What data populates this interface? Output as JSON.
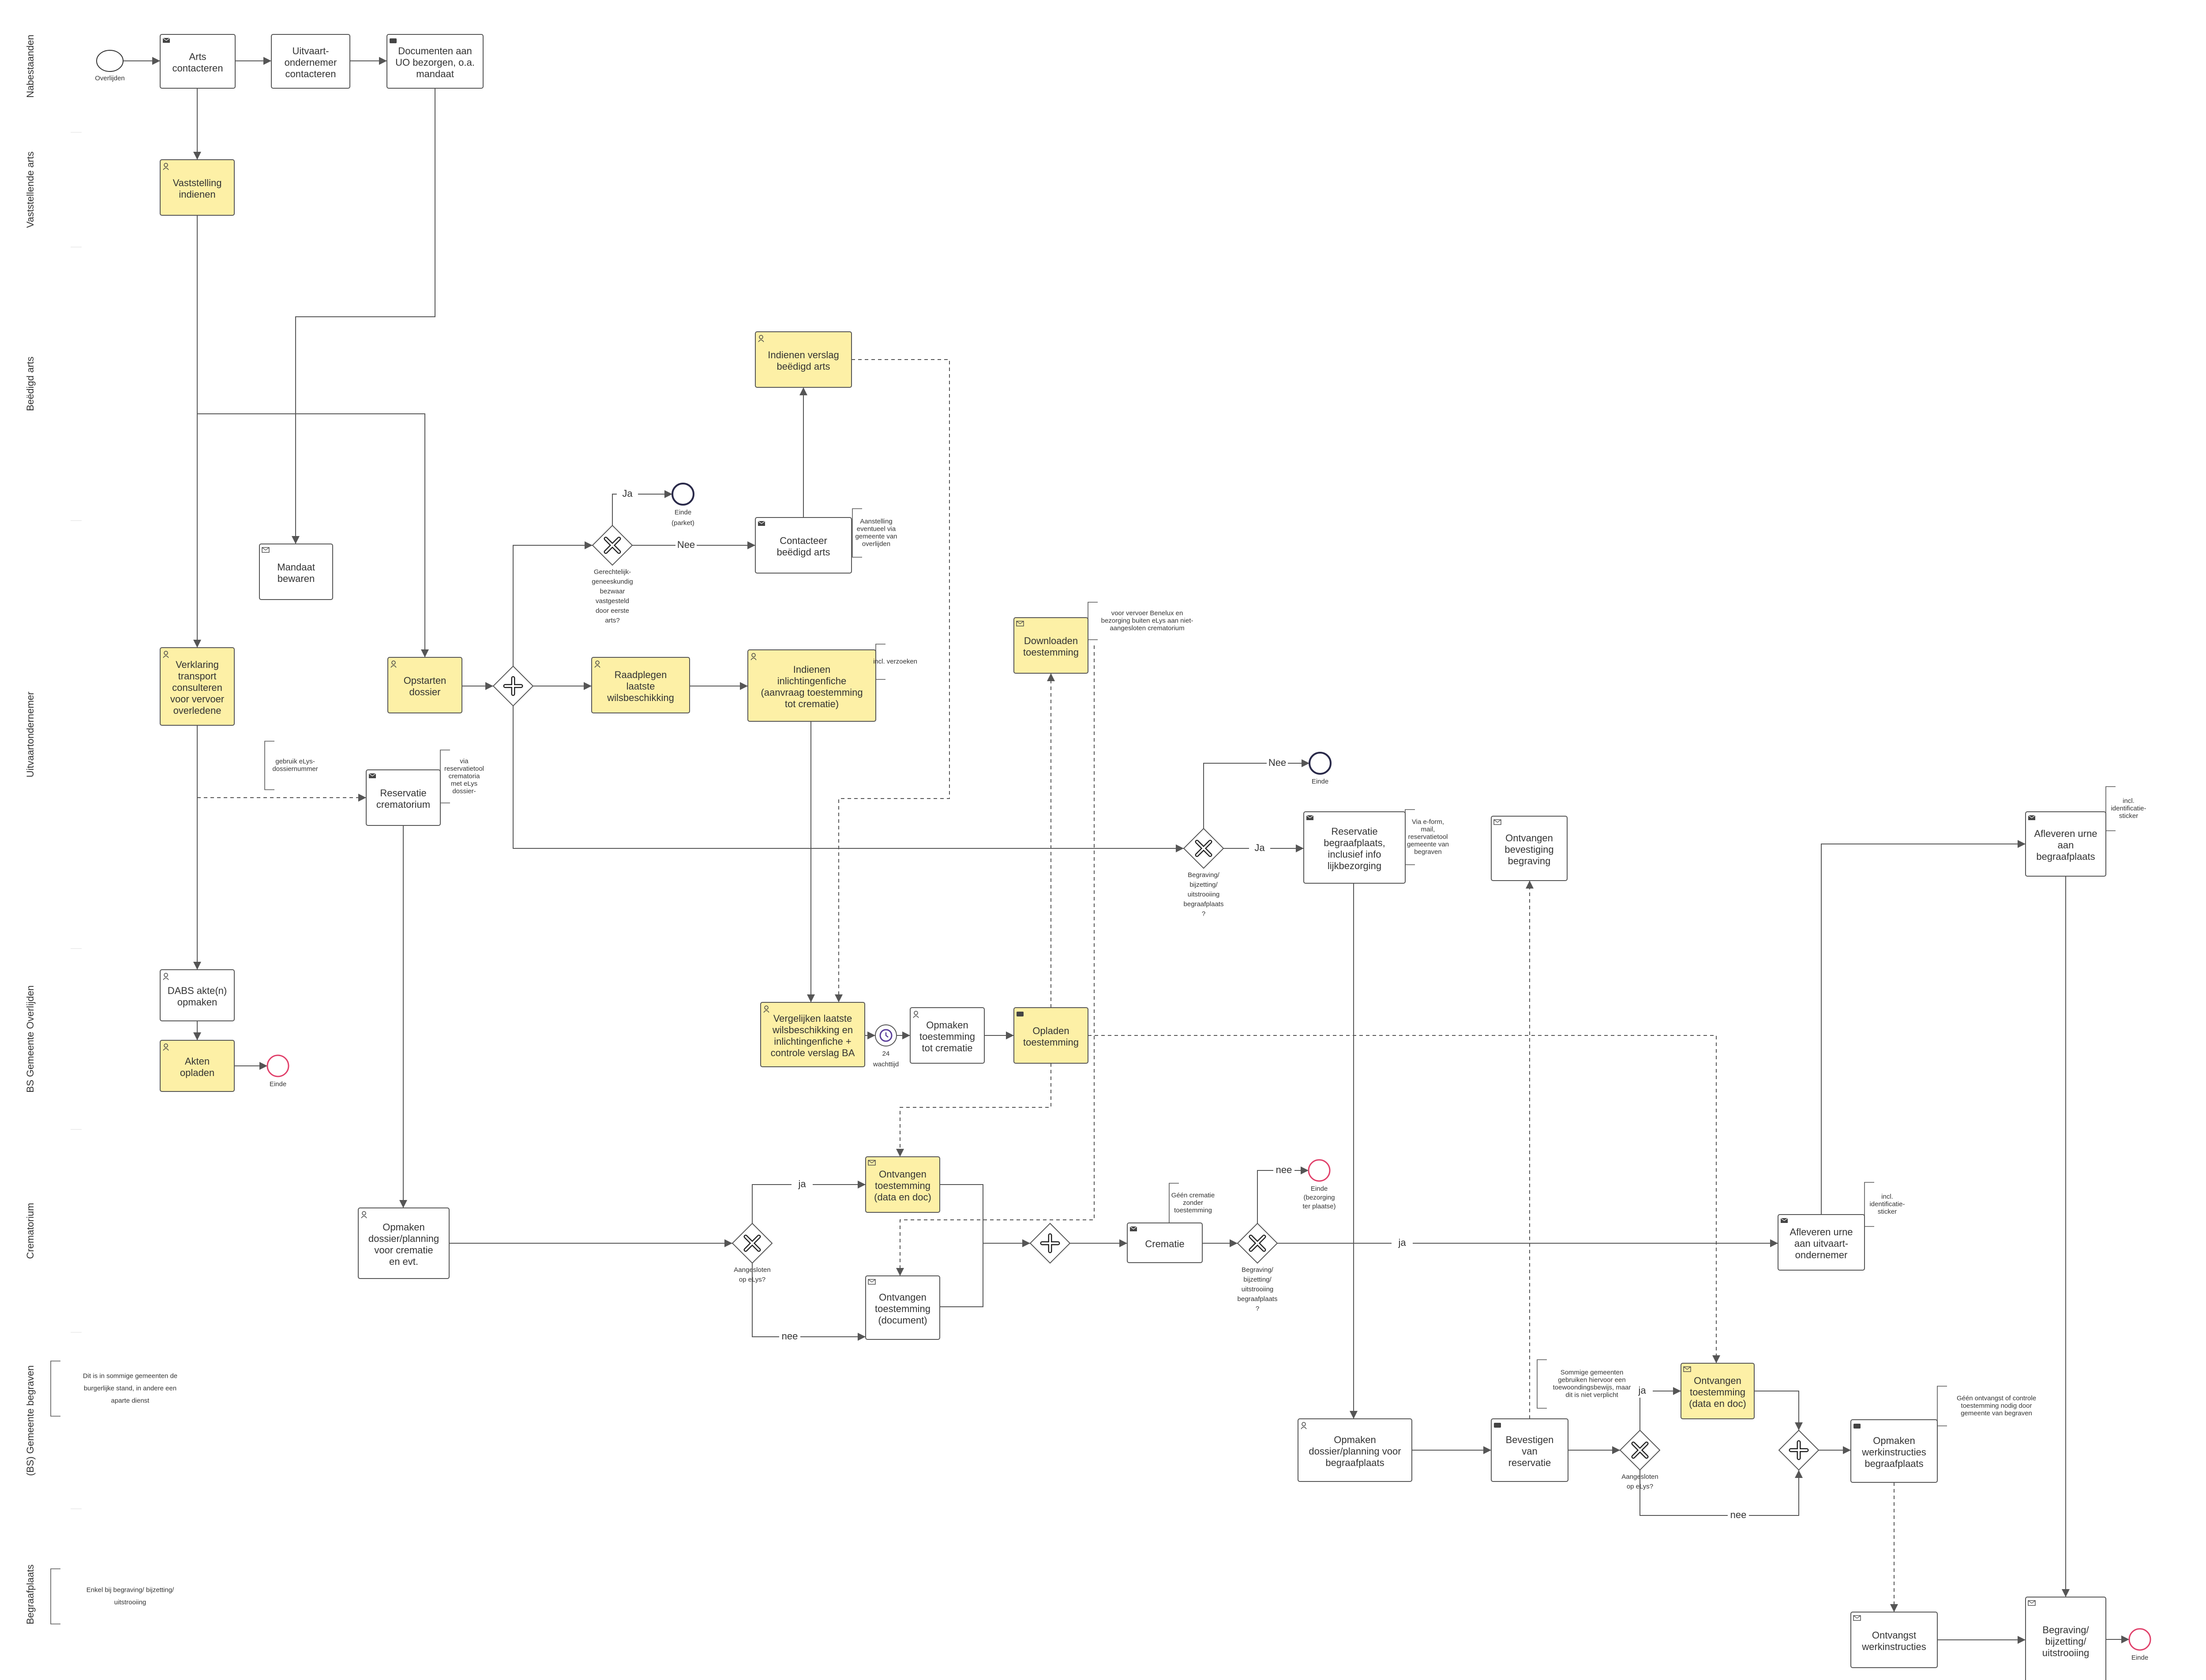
{
  "lanes": [
    {
      "id": "nab",
      "label": "Nabestaanden"
    },
    {
      "id": "vast",
      "label": "Vaststellende arts"
    },
    {
      "id": "bee",
      "label": "Beëdigd arts"
    },
    {
      "id": "uit",
      "label": "Uitvaartondernemer"
    },
    {
      "id": "bs",
      "label": "BS Gemeente Overlijden"
    },
    {
      "id": "crem",
      "label": "Crematorium"
    },
    {
      "id": "bsb",
      "label": "(BS) Gemeente begraven"
    },
    {
      "id": "begr",
      "label": "Begraafplaats"
    }
  ],
  "tasks": [
    {
      "id": "t1",
      "lines": [
        "Arts",
        "contacteren"
      ],
      "highlight": false,
      "icon": "send"
    },
    {
      "id": "t2",
      "lines": [
        "Uitvaart-",
        "ondernemer",
        "contacteren"
      ],
      "highlight": false,
      "icon": "none"
    },
    {
      "id": "t3",
      "lines": [
        "Documenten aan",
        "UO bezorgen, o.a.",
        "mandaat"
      ],
      "highlight": false,
      "icon": "manual"
    },
    {
      "id": "t4",
      "lines": [
        "Vaststelling",
        "indienen"
      ],
      "highlight": true,
      "icon": "user"
    },
    {
      "id": "t5",
      "lines": [
        "Indienen verslag",
        "beëdigd arts"
      ],
      "highlight": true,
      "icon": "user"
    },
    {
      "id": "t6",
      "lines": [
        "Contacteer",
        "beëdigd arts"
      ],
      "highlight": false,
      "icon": "send"
    },
    {
      "id": "t7",
      "lines": [
        "Mandaat",
        "bewaren"
      ],
      "highlight": false,
      "icon": "receive"
    },
    {
      "id": "t8",
      "lines": [
        "Verklaring",
        "transport",
        "consulteren",
        "voor vervoer",
        "overledene"
      ],
      "highlight": true,
      "icon": "user"
    },
    {
      "id": "t9",
      "lines": [
        "Opstarten",
        "dossier"
      ],
      "highlight": true,
      "icon": "user"
    },
    {
      "id": "t10",
      "lines": [
        "Raadplegen",
        "laatste",
        "wilsbeschikking"
      ],
      "highlight": true,
      "icon": "user"
    },
    {
      "id": "t11",
      "lines": [
        "Indienen",
        "inlichtingenfiche",
        "(aanvraag toestemming",
        "tot crematie)"
      ],
      "highlight": true,
      "icon": "user"
    },
    {
      "id": "t12",
      "lines": [
        "Downloaden",
        "toestemming"
      ],
      "highlight": true,
      "icon": "receive"
    },
    {
      "id": "t13",
      "lines": [
        "Reservatie",
        "crematorium"
      ],
      "highlight": false,
      "icon": "send"
    },
    {
      "id": "t14",
      "lines": [
        "Reservatie",
        "begraafplaats,",
        "inclusief info",
        "lijkbezorging"
      ],
      "highlight": false,
      "icon": "send"
    },
    {
      "id": "t15",
      "lines": [
        "Ontvangen",
        "bevestiging",
        "begraving"
      ],
      "highlight": false,
      "icon": "receive"
    },
    {
      "id": "t16",
      "lines": [
        "Afleveren urne",
        "aan",
        "begraafplaats"
      ],
      "highlight": false,
      "icon": "send"
    },
    {
      "id": "t17",
      "lines": [
        "DABS akte(n)",
        "opmaken"
      ],
      "highlight": false,
      "icon": "user"
    },
    {
      "id": "t18",
      "lines": [
        "Akten",
        "opladen"
      ],
      "highlight": true,
      "icon": "user"
    },
    {
      "id": "t19",
      "lines": [
        "Vergelijken laatste",
        "wilsbeschikking en",
        "inlichtingenfiche +",
        "controle verslag BA"
      ],
      "highlight": true,
      "icon": "user"
    },
    {
      "id": "t20",
      "lines": [
        "Opmaken",
        "toestemming",
        "tot crematie"
      ],
      "highlight": false,
      "icon": "user"
    },
    {
      "id": "t21",
      "lines": [
        "Opladen",
        "toestemming"
      ],
      "highlight": true,
      "icon": "manual"
    },
    {
      "id": "t22",
      "lines": [
        "Ontvangen",
        "toestemming",
        "(data en doc)"
      ],
      "highlight": true,
      "icon": "receive"
    },
    {
      "id": "t23",
      "lines": [
        "Ontvangen",
        "toestemming",
        "(document)"
      ],
      "highlight": false,
      "icon": "receive"
    },
    {
      "id": "t24",
      "lines": [
        "Opmaken",
        "dossier/planning",
        "voor crematie",
        "en evt."
      ],
      "highlight": false,
      "icon": "user"
    },
    {
      "id": "t25",
      "lines": [
        "Crematie"
      ],
      "highlight": false,
      "icon": "send"
    },
    {
      "id": "t26",
      "lines": [
        "Afleveren urne",
        "aan uitvaart-",
        "ondernemer"
      ],
      "highlight": false,
      "icon": "send"
    },
    {
      "id": "t27",
      "lines": [
        "Opmaken",
        "dossier/planning voor",
        "begraafplaats"
      ],
      "highlight": false,
      "icon": "user"
    },
    {
      "id": "t28",
      "lines": [
        "Bevestigen",
        "van",
        "reservatie"
      ],
      "highlight": false,
      "icon": "manual"
    },
    {
      "id": "t29",
      "lines": [
        "Ontvangen",
        "toestemming",
        "(data en doc)"
      ],
      "highlight": true,
      "icon": "receive"
    },
    {
      "id": "t30",
      "lines": [
        "Opmaken",
        "werkinstructies",
        "begraafplaats"
      ],
      "highlight": false,
      "icon": "manual"
    },
    {
      "id": "t31",
      "lines": [
        "Ontvangst",
        "werkinstructies"
      ],
      "highlight": false,
      "icon": "receive"
    },
    {
      "id": "t32",
      "lines": [
        "Begraving/",
        "bijzetting/",
        "uitstrooiing"
      ],
      "highlight": false,
      "icon": "receive"
    }
  ],
  "gateways": [
    {
      "id": "g1",
      "type": "parallel",
      "lines": []
    },
    {
      "id": "g2",
      "type": "exclusive",
      "lines": [
        "Gerechtelijk-",
        "geneeskundig",
        "bezwaar",
        "vastgesteld",
        "door eerste",
        "arts?"
      ]
    },
    {
      "id": "g3",
      "type": "exclusive",
      "lines": [
        "Begraving/",
        "bijzetting/",
        "uitstrooiing",
        "begraafplaats",
        "?"
      ]
    },
    {
      "id": "g4",
      "type": "exclusive",
      "lines": [
        "Aangesloten",
        "op eLys?"
      ]
    },
    {
      "id": "g5",
      "type": "parallel",
      "lines": []
    },
    {
      "id": "g6",
      "type": "exclusive",
      "lines": [
        "Begraving/",
        "bijzetting/",
        "uitstrooiing",
        "begraafplaats",
        "?"
      ]
    },
    {
      "id": "g7",
      "type": "exclusive",
      "lines": [
        "Aangesloten",
        "op eLys?"
      ]
    },
    {
      "id": "g8",
      "type": "parallel",
      "lines": []
    }
  ],
  "events": [
    {
      "id": "e_start",
      "kind": "start",
      "lines": [
        "Overlijden"
      ]
    },
    {
      "id": "e_parket",
      "kind": "end",
      "lines": [
        "Einde",
        "(parket)"
      ]
    },
    {
      "id": "e_uit",
      "kind": "end",
      "lines": [
        "Einde"
      ]
    },
    {
      "id": "e_bs",
      "kind": "end-red",
      "lines": [
        "Einde"
      ]
    },
    {
      "id": "e_crem",
      "kind": "end-red",
      "lines": [
        "Einde",
        "(bezorging",
        "ter plaatse)"
      ]
    },
    {
      "id": "e_begr",
      "kind": "end-red",
      "lines": [
        "Einde"
      ]
    },
    {
      "id": "timer",
      "kind": "timer",
      "lines": [
        "24",
        "wachttijd"
      ]
    }
  ],
  "flow_labels": [
    {
      "id": "f_ja1",
      "text": "Ja"
    },
    {
      "id": "f_nee1",
      "text": "Nee"
    },
    {
      "id": "f_nee2",
      "text": "Nee"
    },
    {
      "id": "f_ja2",
      "text": "Ja"
    },
    {
      "id": "f_ja3",
      "text": "ja"
    },
    {
      "id": "f_nee3",
      "text": "nee"
    },
    {
      "id": "f_nee4",
      "text": "nee"
    },
    {
      "id": "f_ja4",
      "text": "ja"
    },
    {
      "id": "f_ja5",
      "text": "ja"
    },
    {
      "id": "f_nee5",
      "text": "nee"
    }
  ],
  "annotations": [
    {
      "id": "a1",
      "lines": [
        "Aanstelling",
        "eventueel via",
        "gemeente van",
        "overlijden"
      ]
    },
    {
      "id": "a2",
      "lines": [
        "voor vervoer Benelux en",
        "bezorging buiten eLys aan niet-",
        "aangesloten crematorium"
      ]
    },
    {
      "id": "a3",
      "lines": [
        "incl. verzoeken"
      ]
    },
    {
      "id": "a4",
      "lines": [
        "gebruik eLys-",
        "dossiernummer"
      ]
    },
    {
      "id": "a5",
      "lines": [
        "via",
        "reservatietool",
        "crematoria",
        "met eLys",
        "dossier-"
      ]
    },
    {
      "id": "a6",
      "lines": [
        "Via e-form,",
        "mail,",
        "reservatietool",
        "gemeente van",
        "begraven"
      ]
    },
    {
      "id": "a7",
      "lines": [
        "incl.",
        "identificatie-",
        "sticker"
      ]
    },
    {
      "id": "a8",
      "lines": [
        "Géén crematie",
        "zonder",
        "toestemming"
      ]
    },
    {
      "id": "a9",
      "lines": [
        "incl.",
        "identificatie-",
        "sticker"
      ]
    },
    {
      "id": "a10",
      "lines": [
        "Sommige gemeenten",
        "gebruiken hiervoor een",
        "toewoondingsbewijs, maar",
        "dit is niet verplicht"
      ]
    },
    {
      "id": "a11",
      "lines": [
        "Géén ontvangst of controle",
        "toestemming nodig door",
        "gemeente van begraven"
      ]
    },
    {
      "id": "a12",
      "lines": [
        "Dit is in sommige gemeenten de",
        "burgerlijke stand, in andere een",
        "aparte dienst"
      ]
    },
    {
      "id": "a13",
      "lines": [
        "Enkel bij begraving/ bijzetting/",
        "uitstrooiing"
      ]
    }
  ],
  "colors": {
    "highlight_fill": "#fdf0a6",
    "line": "#555555",
    "text": "#333333",
    "end_red": "#e0406a",
    "end_dark": "#2a2a4a",
    "timer": "#5a3e9a"
  }
}
